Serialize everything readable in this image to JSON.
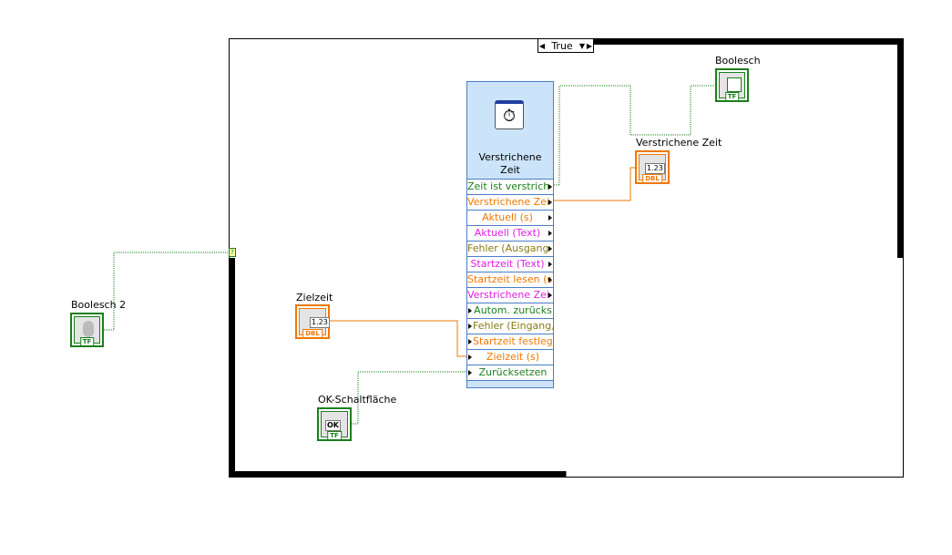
{
  "case_structure": {
    "selector_value": "True",
    "selector_tunnel_glyph": "?"
  },
  "vi": {
    "title": "Verstrichene Zeit",
    "icon": "stopwatch-question-icon",
    "terminals": [
      {
        "label": "Zeit ist verstrichen",
        "shown": "Zeit ist verstrich",
        "dir": "output",
        "color": "#1a7f1a"
      },
      {
        "label": "Verstrichene Zeit",
        "shown": "Verstrichene Zei",
        "dir": "output",
        "color": "#f07800"
      },
      {
        "label": "Aktuell (s)",
        "shown": "Aktuell (s)",
        "dir": "output",
        "color": "#f07800"
      },
      {
        "label": "Aktuell (Text)",
        "shown": "Aktuell (Text)",
        "dir": "output",
        "color": "#e020e0"
      },
      {
        "label": "Fehler (Ausgang)",
        "shown": "Fehler (Ausgang",
        "dir": "output",
        "color": "#8a7a10"
      },
      {
        "label": "Startzeit (Text)",
        "shown": "Startzeit (Text)",
        "dir": "output",
        "color": "#e020e0"
      },
      {
        "label": "Startzeit lesen (s)",
        "shown": "Startzeit lesen (s",
        "dir": "output",
        "color": "#f07800"
      },
      {
        "label": "Verstrichene Zeit",
        "shown": "Verstrichene Zei",
        "dir": "output",
        "color": "#e020e0"
      },
      {
        "label": "Autom. zurücksetzen",
        "shown": "Autom. zurücks",
        "dir": "input",
        "color": "#1a7f1a"
      },
      {
        "label": "Fehler (Eingang)",
        "shown": "Fehler (Eingang,",
        "dir": "input",
        "color": "#8a7a10"
      },
      {
        "label": "Startzeit festlegen",
        "shown": "Startzeit festlege",
        "dir": "input",
        "color": "#f07800"
      },
      {
        "label": "Zielzeit (s)",
        "shown": "Zielzeit (s)",
        "dir": "input",
        "color": "#f07800"
      },
      {
        "label": "Zurücksetzen",
        "shown": "Zurücksetzen",
        "dir": "input",
        "color": "#1a7f1a"
      }
    ]
  },
  "terminals": {
    "boolesch2": {
      "label": "Boolesch 2",
      "type": "TF"
    },
    "zielzeit": {
      "label": "Zielzeit",
      "type": "DBL",
      "value": "1.23"
    },
    "ok": {
      "label": "OK-Schaltfläche",
      "type": "TF",
      "button": "OK"
    },
    "boolesch": {
      "label": "Boolesch",
      "type": "TF"
    },
    "verstrichene": {
      "label": "Verstrichene Zeit",
      "type": "DBL",
      "value": "1.23"
    }
  },
  "colors": {
    "boolean": "#1a7f1a",
    "numeric": "#f07800",
    "string": "#e020e0",
    "error": "#8a7a10",
    "vi_fill": "#cce4fa"
  }
}
